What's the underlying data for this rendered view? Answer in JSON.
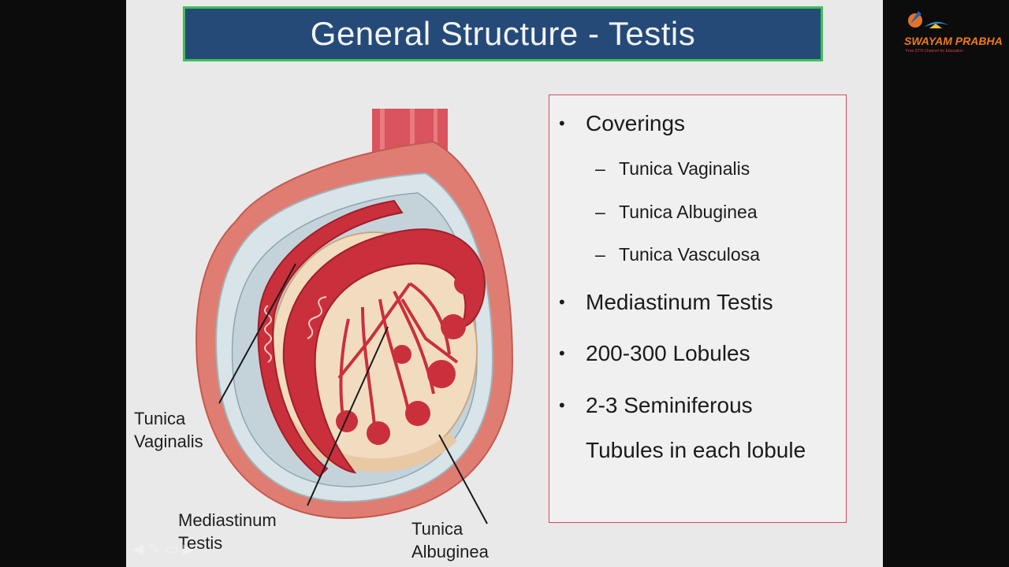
{
  "slide": {
    "title": "General Structure - Testis"
  },
  "diagram": {
    "labels": {
      "tunica_vaginalis_1": "Tunica",
      "tunica_vaginalis_2": "Vaginalis",
      "mediastinum_testis_1": "Mediastinum",
      "mediastinum_testis_2": "Testis",
      "tunica_albuginea_1": "Tunica",
      "tunica_albuginea_2": "Albuginea"
    }
  },
  "bullets": {
    "coverings": "Coverings",
    "sub_items": [
      "Tunica Vaginalis",
      "Tunica Albuginea",
      "Tunica Vasculosa"
    ],
    "mediastinum": "Mediastinum Testis",
    "lobules": "200-300 Lobules",
    "seminiferous_1": "2-3 Seminiferous",
    "seminiferous_2": "Tubules in each lobule"
  },
  "logo": {
    "name": "SWAYAM PRABHA",
    "tagline": "Free DTH Channel for Education"
  },
  "colors": {
    "title_bg": "#254a78",
    "title_border": "#3fbf55",
    "box_border": "#d24a5a",
    "tissue_red": "#c9303c",
    "tissue_pink": "#e88a7e",
    "testis_fill": "#f2dcc0"
  }
}
